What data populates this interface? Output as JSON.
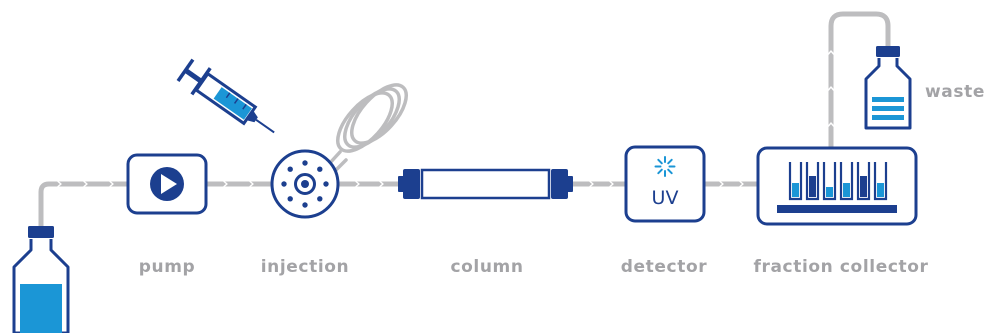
{
  "diagram": {
    "labels": {
      "pump": "pump",
      "injection": "injection",
      "column": "column",
      "detector": "detector",
      "fraction_collector": "fraction collector",
      "waste": "waste"
    },
    "detector_badge": "UV"
  },
  "colors": {
    "navy": "#1c3f8f",
    "blue": "#1b96d6",
    "tubing": "#bdbdbf",
    "label_gray": "#a3a3a6"
  },
  "icons": [
    "solvent-bottle-icon",
    "pump-play-icon",
    "injection-valve-icon",
    "syringe-icon",
    "sample-loop-icon",
    "column-icon",
    "uv-detector-icon",
    "fraction-collector-icon",
    "waste-bottle-icon"
  ]
}
